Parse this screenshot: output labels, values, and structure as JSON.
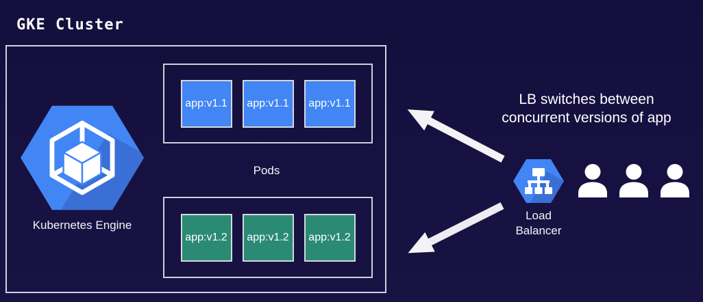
{
  "title": "GKE Cluster",
  "cluster": {
    "engine_label": "Kubernetes Engine",
    "pods_label": "Pods",
    "pod_groups": [
      {
        "color": "#4285f4",
        "pods": [
          "app:v1.1",
          "app:v1.1",
          "app:v1.1"
        ]
      },
      {
        "color": "#2a8a74",
        "pods": [
          "app:v1.2",
          "app:v1.2",
          "app:v1.2"
        ]
      }
    ]
  },
  "load_balancer": {
    "label_line1": "Load",
    "label_line2": "Balancer"
  },
  "annotation": {
    "line1": "LB switches between",
    "line2": "concurrent versions of app"
  },
  "users": {
    "count": 3
  },
  "colors": {
    "background_top": "#130f3c",
    "background_bottom": "#191344",
    "google_blue": "#4285f4",
    "hexagon_shadow": "#3a70d6",
    "pod_teal": "#2a8a74",
    "box_border": "#d2d2de",
    "arrow": "#f3f3f5",
    "text": "#ffffff"
  }
}
